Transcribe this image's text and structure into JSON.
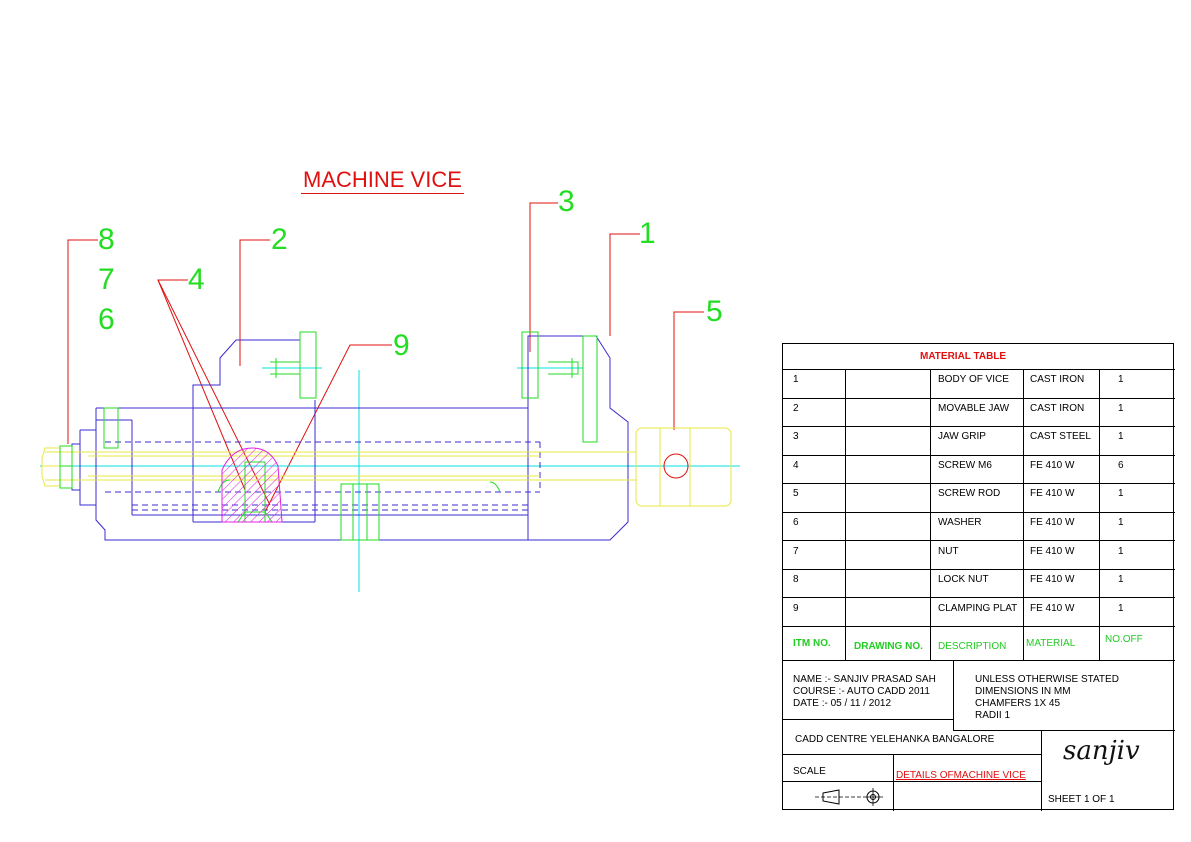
{
  "drawing": {
    "title": "MACHINE VICE",
    "balloons": [
      "1",
      "2",
      "3",
      "4",
      "5",
      "6",
      "7",
      "8",
      "9"
    ]
  },
  "material_table": {
    "heading": "MATERIAL TABLE",
    "rows": [
      {
        "item": "1",
        "drawing_no": "",
        "description": "BODY OF VICE",
        "material": "CAST IRON",
        "qty": "1"
      },
      {
        "item": "2",
        "drawing_no": "",
        "description": "MOVABLE JAW",
        "material": "CAST IRON",
        "qty": "1"
      },
      {
        "item": "3",
        "drawing_no": "",
        "description": "JAW GRIP",
        "material": "CAST STEEL",
        "qty": "1"
      },
      {
        "item": "4",
        "drawing_no": "",
        "description": "SCREW M6",
        "material": "FE 410 W",
        "qty": "6"
      },
      {
        "item": "5",
        "drawing_no": "",
        "description": "SCREW ROD",
        "material": "FE 410 W",
        "qty": "1"
      },
      {
        "item": "6",
        "drawing_no": "",
        "description": "WASHER",
        "material": "FE 410 W",
        "qty": "1"
      },
      {
        "item": "7",
        "drawing_no": "",
        "description": "NUT",
        "material": "FE 410 W",
        "qty": "1"
      },
      {
        "item": "8",
        "drawing_no": "",
        "description": "LOCK NUT",
        "material": "FE 410 W",
        "qty": "1"
      },
      {
        "item": "9",
        "drawing_no": "",
        "description": "CLAMPING PLAT",
        "material": "FE 410 W",
        "qty": "1"
      }
    ],
    "columns": [
      "ITM NO.",
      "DRAWING NO.",
      "DESCRIPTION",
      "MATERIAL",
      "NO.OFF"
    ]
  },
  "info": {
    "name": "NAME :- SANJIV PRASAD SAH",
    "course": "COURSE :- AUTO CADD 2011",
    "date": "DATE :- 05 / 11 / 2012",
    "note1": "UNLESS OTHERWISE    STATED",
    "note2": "DIMENSIONS IN  MM",
    "note3": "CHAMFERS  1X 45",
    "note4": "RADII  1",
    "institute": "CADD CENTRE YELEHANKA  BANGALORE",
    "signature": "sanjiv",
    "scale": "SCALE",
    "drawing_title": "DETAILS OFMACHINE VICE",
    "sheet": "SHEET   1  OF  1"
  },
  "colors": {
    "body": "#3b2bd0",
    "hidden": "#3b2bd0",
    "center": "#00e0e0",
    "screw": "#e8e840",
    "jaw": "#22dd22",
    "leader": "#e01010",
    "hatch": "#e020e0"
  }
}
